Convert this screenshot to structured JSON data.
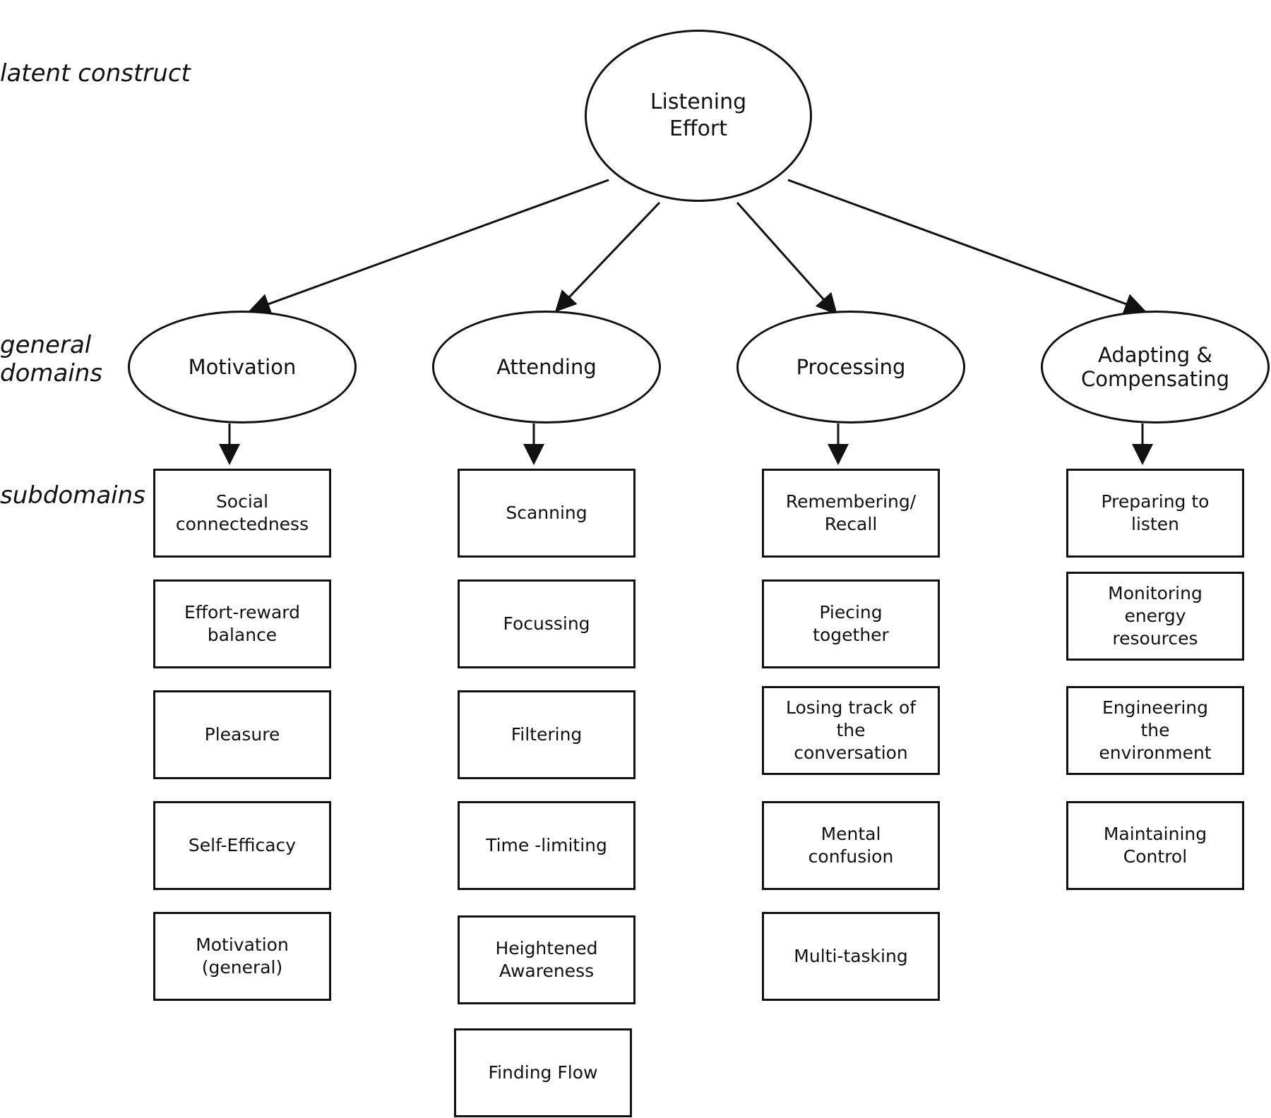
{
  "row_labels": {
    "latent": "latent construct",
    "general": "general\ndomains",
    "sub": "subdomains"
  },
  "root": {
    "label": "Listening\nEffort"
  },
  "domains": [
    {
      "label": "Motivation",
      "subdomains": [
        "Social\nconnectedness",
        "Effort-reward\nbalance",
        "Pleasure",
        "Self-Efficacy",
        "Motivation\n(general)"
      ]
    },
    {
      "label": "Attending",
      "subdomains": [
        "Scanning",
        "Focussing",
        "Filtering",
        "Time -limiting",
        "Heightened\nAwareness",
        "Finding Flow"
      ]
    },
    {
      "label": "Processing",
      "subdomains": [
        "Remembering/\nRecall",
        "Piecing\ntogether",
        "Losing track of\nthe\nconversation",
        "Mental\nconfusion",
        "Multi-tasking"
      ]
    },
    {
      "label": "Adapting &\nCompensating",
      "subdomains": [
        "Preparing to\nlisten",
        "Monitoring\nenergy\nresources",
        "Engineering\nthe\nenvironment",
        "Maintaining\nControl"
      ]
    }
  ]
}
